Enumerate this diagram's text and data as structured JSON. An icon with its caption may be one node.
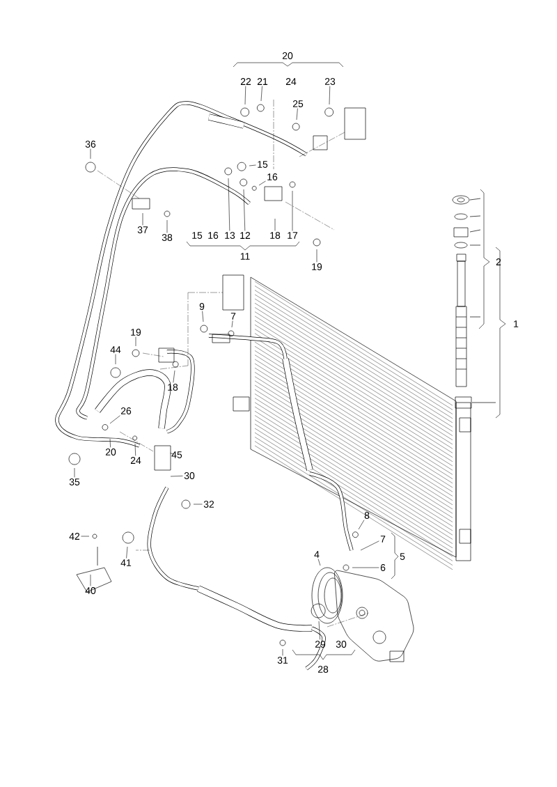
{
  "diagram": {
    "nodes": [
      {
        "text": [
          "22"
        ]
      },
      {
        "text": [
          "21"
        ]
      },
      {
        "text": [
          "23"
        ]
      },
      {
        "text": [
          "25"
        ]
      },
      {
        "text": [
          "36"
        ]
      },
      {
        "text": [
          "15"
        ]
      },
      {
        "text": [
          "16"
        ]
      },
      {
        "text": [
          "37"
        ]
      },
      {
        "text": [
          "13"
        ]
      },
      {
        "text": [
          "12"
        ]
      },
      {
        "text": [
          "18"
        ]
      },
      {
        "text": [
          "17"
        ]
      },
      {
        "text": [
          "38"
        ]
      },
      {
        "text": [
          "19"
        ]
      },
      {
        "text": [
          "9"
        ]
      },
      {
        "text": [
          "7"
        ]
      },
      {
        "text": [
          "19"
        ]
      },
      {
        "text": [
          "44"
        ]
      },
      {
        "text": [
          "18"
        ]
      },
      {
        "text": [
          "26"
        ]
      },
      {
        "text": [
          "20"
        ]
      },
      {
        "text": [
          "45"
        ]
      },
      {
        "text": [
          "24"
        ]
      },
      {
        "text": [
          "30"
        ]
      },
      {
        "text": [
          "35"
        ]
      },
      {
        "text": [
          "32"
        ]
      },
      {
        "text": [
          "8"
        ]
      },
      {
        "text": [
          "42"
        ]
      },
      {
        "text": [
          "7"
        ]
      },
      {
        "text": [
          "4"
        ]
      },
      {
        "text": [
          "41"
        ]
      },
      {
        "text": [
          "6"
        ]
      },
      {
        "text": [
          "40"
        ]
      },
      {
        "text": [
          "29"
        ]
      },
      {
        "text": [
          "31"
        ]
      }
    ],
    "edges": [
      {
        "from": 0,
        "to": null,
        "arrow": "none"
      },
      {
        "from": 1,
        "to": null,
        "arrow": "none"
      },
      {
        "from": 2,
        "to": null,
        "arrow": "none"
      },
      {
        "from": 3,
        "to": null,
        "arrow": "none"
      },
      {
        "from": 4,
        "to": null,
        "arrow": "none"
      },
      {
        "from": 5,
        "to": null,
        "arrow": "none"
      },
      {
        "from": 6,
        "to": null,
        "arrow": "none"
      },
      {
        "from": 7,
        "to": null,
        "arrow": "none"
      },
      {
        "from": 8,
        "to": null,
        "arrow": "none"
      },
      {
        "from": 9,
        "to": null,
        "arrow": "none"
      },
      {
        "from": 10,
        "to": null,
        "arrow": "none"
      },
      {
        "from": 11,
        "to": null,
        "arrow": "none"
      },
      {
        "from": 12,
        "to": null,
        "arrow": "none"
      },
      {
        "from": 13,
        "to": null,
        "arrow": "none"
      },
      {
        "from": 14,
        "to": null,
        "arrow": "none"
      },
      {
        "from": 15,
        "to": null,
        "arrow": "none"
      },
      {
        "from": 16,
        "to": null,
        "arrow": "none"
      },
      {
        "from": 17,
        "to": null,
        "arrow": "none"
      },
      {
        "from": 18,
        "to": null,
        "arrow": "none"
      },
      {
        "from": 19,
        "to": null,
        "arrow": "none"
      },
      {
        "from": 20,
        "to": null,
        "arrow": "none"
      },
      {
        "from": 21,
        "to": null,
        "arrow": "none"
      },
      {
        "from": 22,
        "to": null,
        "arrow": "none"
      },
      {
        "from": 23,
        "to": null,
        "arrow": "none"
      },
      {
        "from": 24,
        "to": null,
        "arrow": "none"
      },
      {
        "from": 25,
        "to": null,
        "arrow": "none"
      },
      {
        "from": 26,
        "to": null,
        "arrow": "none"
      },
      {
        "from": 27,
        "to": null,
        "arrow": "none"
      },
      {
        "from": 28,
        "to": null,
        "arrow": "none"
      },
      {
        "from": 29,
        "to": null,
        "arrow": "none"
      },
      {
        "from": 30,
        "to": null,
        "arrow": "none"
      },
      {
        "from": 31,
        "to": null,
        "arrow": "none"
      },
      {
        "from": 32,
        "to": null,
        "arrow": "none"
      },
      {
        "from": 33,
        "to": null,
        "arrow": "none"
      },
      {
        "from": 34,
        "to": null,
        "arrow": "none"
      }
    ],
    "labels": [
      "20",
      "24",
      "15",
      "16",
      "11",
      "2",
      "1",
      "5",
      "30",
      "28"
    ]
  }
}
